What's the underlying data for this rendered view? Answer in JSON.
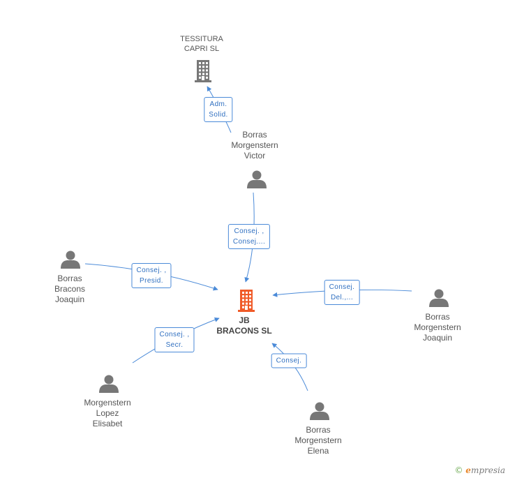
{
  "nodes": [
    {
      "id": "tessitura",
      "type": "company",
      "label": "TESSITURA\nCAPRI SL",
      "color": "#777777"
    },
    {
      "id": "victor",
      "type": "person",
      "label": "Borras\nMorgenstern\nVictor",
      "color": "#777777"
    },
    {
      "id": "jb",
      "type": "company",
      "label": "JB\nBRACONS SL",
      "color": "#f05a28"
    },
    {
      "id": "joaquin_b",
      "type": "person",
      "label": "Borras\nBracons\nJoaquin",
      "color": "#777777"
    },
    {
      "id": "joaquin_m",
      "type": "person",
      "label": "Borras\nMorgenstern\nJoaquin",
      "color": "#777777"
    },
    {
      "id": "elisabet",
      "type": "person",
      "label": "Morgenstern\nLopez\nElisabet",
      "color": "#777777"
    },
    {
      "id": "elena",
      "type": "person",
      "label": "Borras\nMorgenstern\nElena",
      "color": "#777777"
    }
  ],
  "edges": [
    {
      "from": "victor",
      "to": "tessitura",
      "label": "Adm.\nSolid."
    },
    {
      "from": "victor",
      "to": "jb",
      "label": "Consej. ,\nConsej...."
    },
    {
      "from": "joaquin_b",
      "to": "jb",
      "label": "Consej. ,\nPresid."
    },
    {
      "from": "joaquin_m",
      "to": "jb",
      "label": "Consej.\nDel.,..."
    },
    {
      "from": "elisabet",
      "to": "jb",
      "label": "Consej. ,\nSecr."
    },
    {
      "from": "elena",
      "to": "jb",
      "label": "Consej."
    }
  ],
  "colors": {
    "edge": "#4a8ad8",
    "center": "#f05a28",
    "node": "#777777"
  },
  "watermark": {
    "symbol": "©",
    "brand_initial": "e",
    "brand_rest": "mpresia"
  }
}
